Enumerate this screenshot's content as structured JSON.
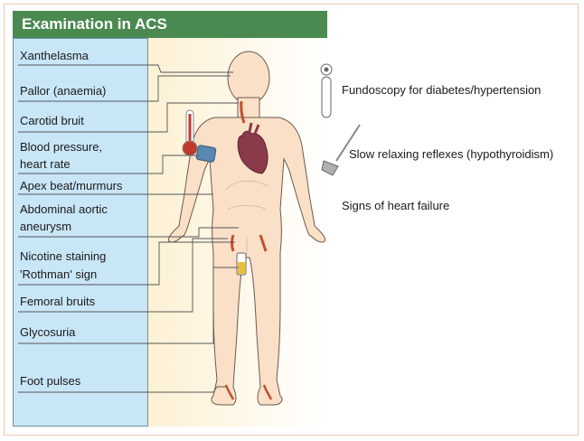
{
  "title": "Examination in ACS",
  "left_labels": [
    {
      "id": "xanthelasma",
      "text": "Xanthelasma"
    },
    {
      "id": "pallor",
      "text": "Pallor (anaemia)"
    },
    {
      "id": "carotid",
      "text": "Carotid bruit"
    },
    {
      "id": "bp1",
      "text": "Blood pressure,"
    },
    {
      "id": "bp2",
      "text": "heart rate"
    },
    {
      "id": "apex",
      "text": "Apex beat/murmurs"
    },
    {
      "id": "aaa1",
      "text": "Abdominal aortic"
    },
    {
      "id": "aaa2",
      "text": "aneurysm"
    },
    {
      "id": "nic1",
      "text": "Nicotine staining"
    },
    {
      "id": "nic2",
      "text": "'Rothman' sign"
    },
    {
      "id": "femoral",
      "text": "Femoral bruits"
    },
    {
      "id": "glyco",
      "text": "Glycosuria"
    },
    {
      "id": "foot",
      "text": "Foot pulses"
    }
  ],
  "right_labels": {
    "fundoscopy": "Fundoscopy for diabetes/hypertension",
    "reflexes": "Slow relaxing reflexes (hypothyroidism)",
    "heart_failure": "Signs of heart failure"
  },
  "colors": {
    "title_bg": "#4a8a50",
    "panel_bg": "#c9e6f7",
    "skin": "#fbe0c8",
    "heart": "#8b3a4a",
    "artery": "#c0502e"
  }
}
